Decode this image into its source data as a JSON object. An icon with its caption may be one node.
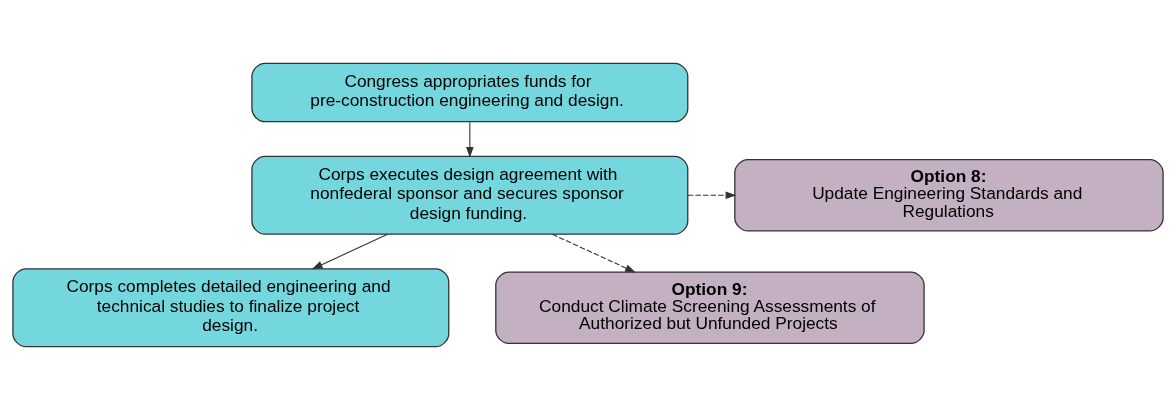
{
  "diagram": {
    "nodes": [
      {
        "text": [
          "Congress appropriates funds for pre-construction engineering and design."
        ]
      },
      {
        "text": [
          "Corps executes design agreement with nonfederal sponsor and secures sponsor design funding."
        ]
      },
      {
        "text": [
          "Corps completes detailed engineering and technical studies to finalize project design."
        ]
      },
      {
        "text": [
          "Option 8:",
          "Update Engineering Standards and Regulations"
        ]
      },
      {
        "text": [
          "Option 9:",
          "Conduct Climate Screening Assessments of Authorized but Unfunded Projects"
        ]
      }
    ],
    "edges": [
      {
        "from": 0,
        "to": 1,
        "arrow": "to"
      },
      {
        "from": 1,
        "to": 2,
        "arrow": "to"
      },
      {
        "from": 1,
        "to": 3,
        "arrow": "to",
        "style": "dashed"
      },
      {
        "from": 1,
        "to": 4,
        "arrow": "to",
        "style": "dashed"
      }
    ]
  }
}
